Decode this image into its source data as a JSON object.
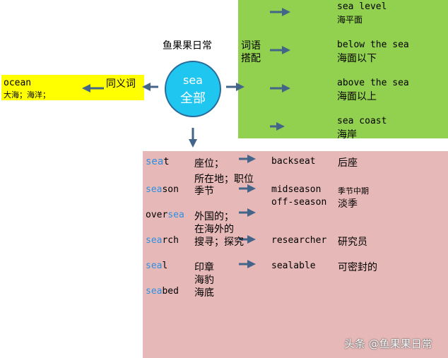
{
  "title": "鱼果果日常",
  "hub": {
    "word": "sea",
    "subtitle": "全部"
  },
  "collocation_label": [
    "词语",
    "搭配"
  ],
  "synonym_label": "同义词",
  "synonym": {
    "word": "ocean",
    "meaning": "大海；海洋；"
  },
  "collocations": [
    {
      "en": "sea level",
      "zh": "海平面"
    },
    {
      "en": "below the sea",
      "zh": "海面以下"
    },
    {
      "en": "above the sea",
      "zh": "海面以上"
    },
    {
      "en": "sea coast",
      "zh": "海岸"
    }
  ],
  "words": [
    {
      "prefix": "",
      "sea": "sea",
      "suffix": "t",
      "meaning": "座位；",
      "meaning2": "所在地；职位",
      "derived": "backseat",
      "derived_meaning": "后座"
    },
    {
      "prefix": "",
      "sea": "sea",
      "suffix": "son",
      "meaning": "季节",
      "derived": "midseason",
      "derived_meaning": "季节中期",
      "derived2": "off-season",
      "derived2_meaning": "淡季"
    },
    {
      "prefix": "over",
      "sea": "sea",
      "suffix": "",
      "meaning": "外国的；",
      "meaning2": "在海外的"
    },
    {
      "prefix": "",
      "sea": "sea",
      "suffix": "rch",
      "meaning": "搜寻；探究",
      "derived": "researcher",
      "derived_meaning": "研究员"
    },
    {
      "prefix": "",
      "sea": "sea",
      "suffix": "l",
      "meaning": "印章",
      "meaning2": "海豹",
      "derived": "sealable",
      "derived_meaning": "可密封的"
    },
    {
      "prefix": "",
      "sea": "sea",
      "suffix": "bed",
      "meaning": "海底"
    }
  ],
  "watermark": "头条 @鱼果果日常",
  "colors": {
    "green": "#92d050",
    "pink": "#e6b8b7",
    "yellow": "#ffff00",
    "hub": "#1fc6f0",
    "arrow": "#44658a",
    "highlight": "#2e8fe0"
  }
}
